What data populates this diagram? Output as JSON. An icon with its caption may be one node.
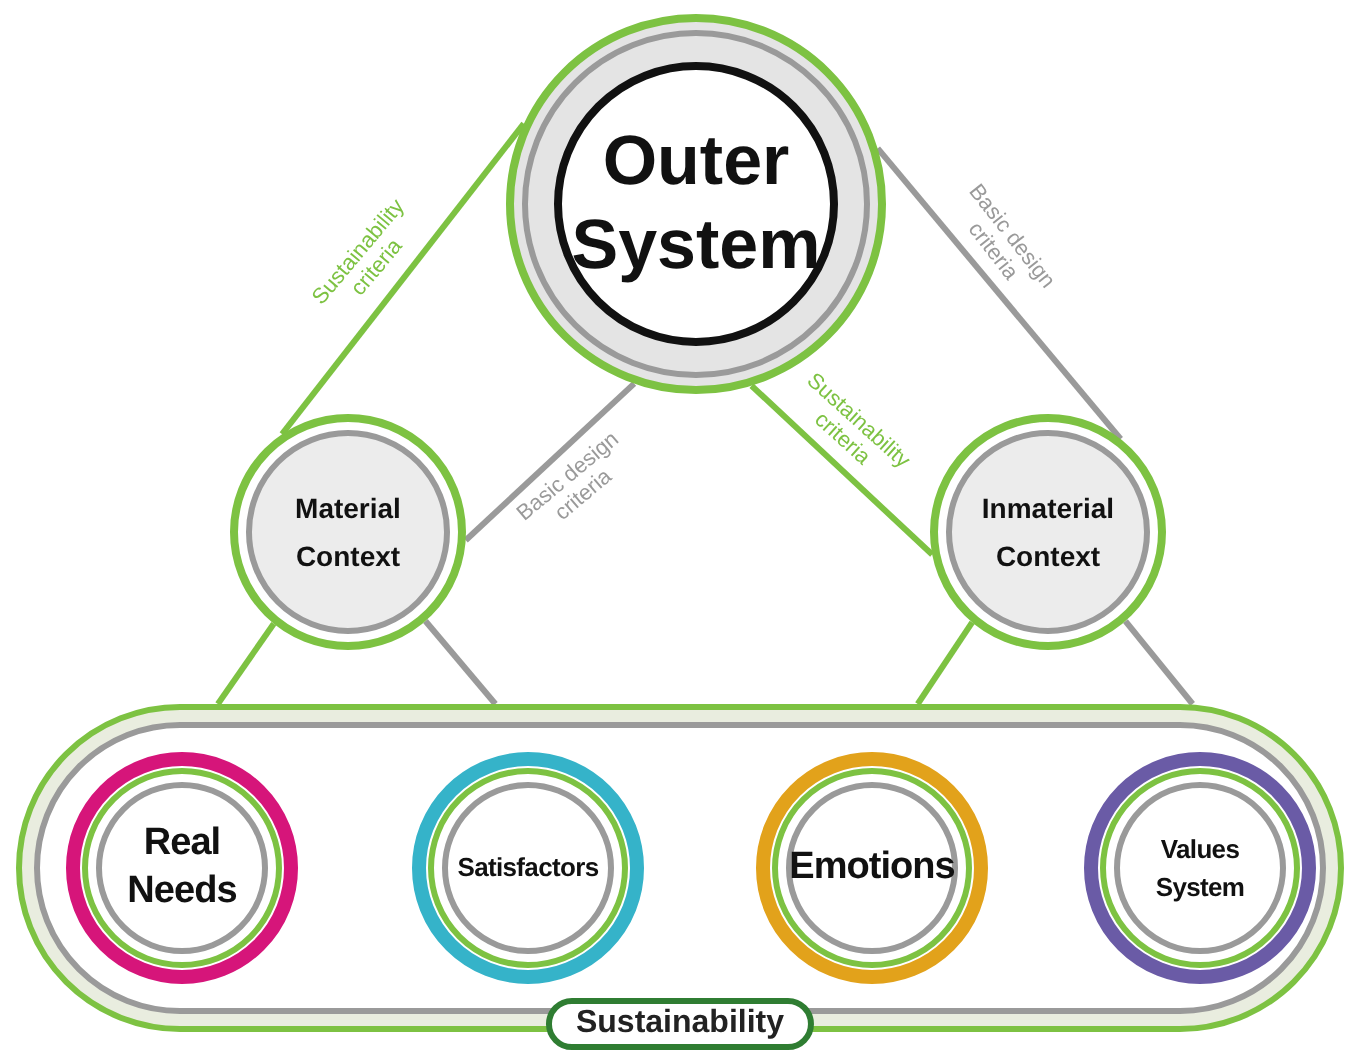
{
  "diagram": {
    "nodes": [
      {
        "text": [
          "Outer System"
        ]
      },
      {
        "text": [
          "Material Context"
        ]
      },
      {
        "text": [
          "Inmaterial Context"
        ]
      },
      {
        "text": [
          "Sustainability"
        ]
      },
      {
        "text": [
          "Real Needs"
        ],
        "in": 3
      },
      {
        "text": [
          "Satisfactors"
        ],
        "in": 3
      },
      {
        "text": [
          "Emotions"
        ],
        "in": 3
      },
      {
        "text": [
          "Values System"
        ],
        "in": 3
      }
    ],
    "edges": [
      {
        "from": 0,
        "to": 1,
        "arrow": "none",
        "label": "Sustainability criteria"
      },
      {
        "from": 0,
        "to": 1,
        "arrow": "none",
        "label": "Basic design criteria",
        "color": "#9a9a9a"
      },
      {
        "from": 0,
        "to": 2,
        "arrow": "none",
        "label": "Sustainability criteria"
      },
      {
        "from": 0,
        "to": 2,
        "arrow": "none",
        "label": "Basic design criteria",
        "color": "#9a9a9a"
      },
      {
        "from": 1,
        "to": 3,
        "arrow": "none"
      },
      {
        "from": 1,
        "to": 3,
        "arrow": "none",
        "color": "#9a9a9a"
      },
      {
        "from": 2,
        "to": 3,
        "arrow": "none"
      },
      {
        "from": 2,
        "to": 3,
        "arrow": "none",
        "color": "#9a9a9a"
      }
    ]
  }
}
